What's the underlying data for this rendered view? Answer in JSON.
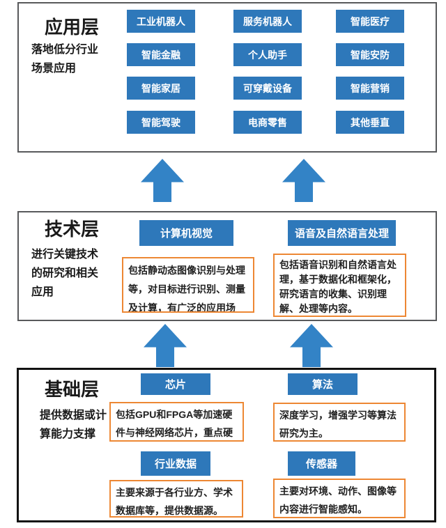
{
  "colors": {
    "chip_blue": "#2e78ba",
    "arrow_blue": "#3383c6",
    "accent_orange": "#ed8733",
    "outline_gray": "#58595b",
    "outline_black": "#121212"
  },
  "layers": {
    "application": {
      "title": "应用层",
      "subtitle": "落地低分行业场景应用",
      "items": [
        "工业机器人",
        "服务机器人",
        "智能医疗",
        "智能金融",
        "个人助手",
        "智能安防",
        "智能家居",
        "可穿戴设备",
        "智能营销",
        "智能驾驶",
        "电商零售",
        "其他垂直"
      ]
    },
    "technology": {
      "title": "技术层",
      "subtitle": "进行关键技术的研究和相关应用",
      "groups": [
        {
          "header": "计算机视觉",
          "desc": "包括静动态图像识别与处理等，对目标进行识别、测量及计算，有广泛的应用场景。"
        },
        {
          "header": "语音及自然语言处理",
          "desc": "包括语音识别和自然语言处理，基于数据化和框架化，研究语言的收集、识别理解、处理等内容。"
        }
      ]
    },
    "foundation": {
      "title": "基础层",
      "subtitle": "提供数据或计算能力支撑",
      "groups": [
        {
          "header": "芯片",
          "desc": "包括GPU和FPGA等加速硬件与神经网络芯片，重点硬件。"
        },
        {
          "header": "算法",
          "desc": "深度学习，增强学习等算法研究为主。"
        },
        {
          "header": "行业数据",
          "desc": "主要来源于各行业方、学术数据库等，提供数据源。"
        },
        {
          "header": "传感器",
          "desc": "主要对环境、动作、图像等内容进行智能感知。"
        }
      ]
    }
  }
}
